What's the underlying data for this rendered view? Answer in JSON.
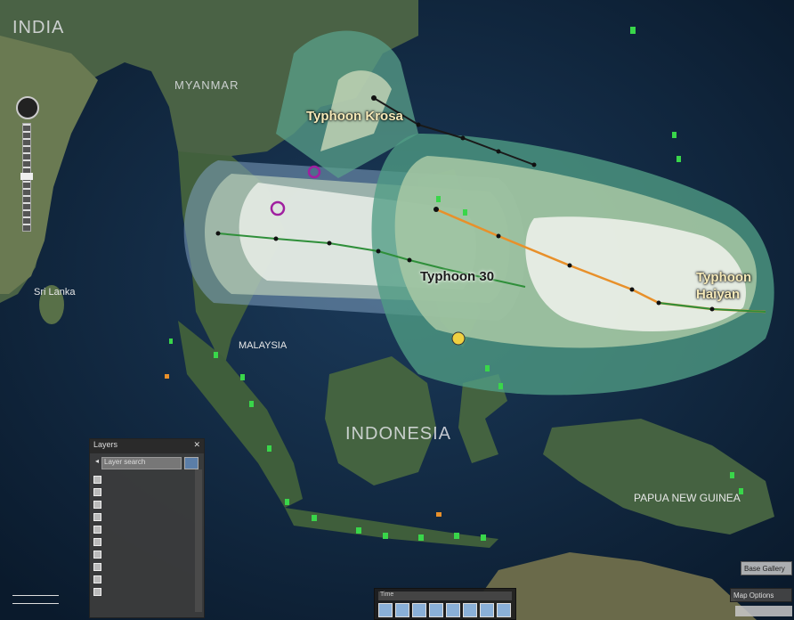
{
  "map": {
    "labels": {
      "india": "INDIA",
      "myanmar": "MYANMAR",
      "sri_lanka": "Sri Lanka",
      "malaysia": "MALAYSIA",
      "indonesia": "INDONESIA",
      "papua": "PAPUA NEW GUINEA",
      "typhoon_krosa": "Typhoon Krosa",
      "typhoon_30": "Typhoon 30",
      "typhoon_haiyan_1": "Typhoon",
      "typhoon_haiyan_2": "Haiyan"
    },
    "colors": {
      "ocean": "#10243d",
      "land": "#3d5a3a",
      "cone_outer": "#5a9c86",
      "cone_mid": "#a9c9a8",
      "cone_inner": "#e6ede6",
      "track_green": "#2f8f3a",
      "track_orange": "#e8902a",
      "marker_green": "#39d64a"
    }
  },
  "panel": {
    "title": "Layers",
    "search_value": "Layer search"
  },
  "timeline": {
    "title": "Time"
  },
  "widgets": {
    "bottom_right_1": "Base Gallery",
    "bottom_right_2": "Map Options"
  }
}
